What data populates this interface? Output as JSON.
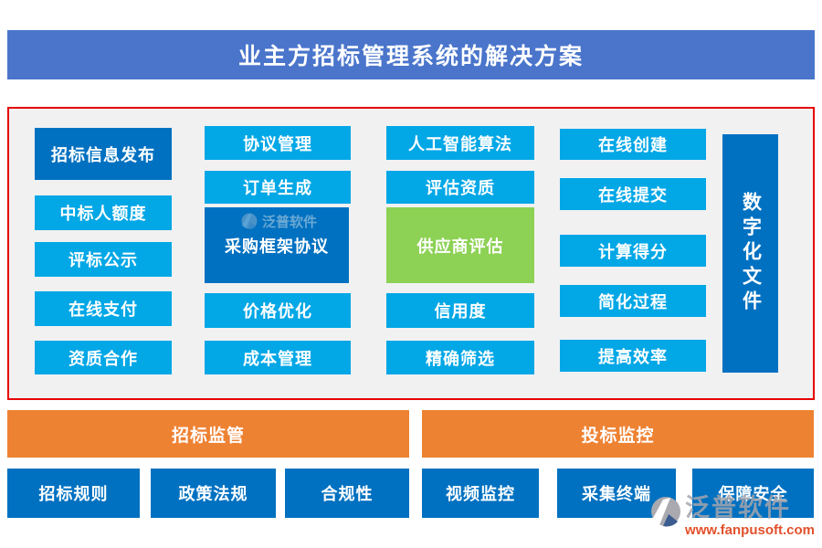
{
  "title": "业主方招标管理系统的解决方案",
  "panel": {
    "columns": [
      {
        "items": [
          "招标信息发布",
          "中标人额度",
          "评标公示",
          "在线支付",
          "资质合作"
        ]
      },
      {
        "items": [
          "协议管理",
          "订单生成",
          "采购框架协议",
          "价格优化",
          "成本管理"
        ]
      },
      {
        "items": [
          "人工智能算法",
          "评估资质",
          "供应商评估",
          "信用度",
          "精确筛选"
        ]
      },
      {
        "items": [
          "在线创建",
          "在线提交",
          "计算得分",
          "简化过程",
          "提高效率"
        ]
      }
    ],
    "vertical_label": "数字化文件"
  },
  "sections": [
    {
      "header": "招标监管",
      "items": [
        "招标规则",
        "政策法规",
        "合规性"
      ]
    },
    {
      "header": "投标监控",
      "items": [
        "视频监控",
        "采集终端",
        "保障安全"
      ]
    }
  ],
  "watermark": {
    "brand": "泛普软件",
    "url": "www.fanpusoft.com"
  },
  "colors": {
    "banner_blue": "#4A75CB",
    "light_blue": "#02A7E6",
    "dark_blue": "#0071C1",
    "green": "#8DD155",
    "orange": "#EE8233",
    "border_red": "#E60000",
    "panel_bg": "#F1F1F2",
    "watermark_url_color": "#E2512B"
  }
}
